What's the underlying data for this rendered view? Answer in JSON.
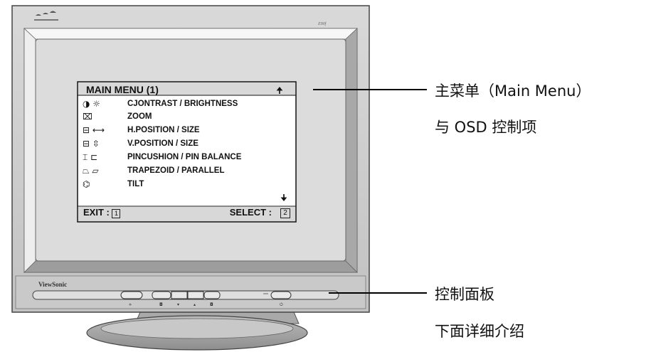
{
  "monitor": {
    "brand": "ViewSonic",
    "model": "E90f"
  },
  "osd_menu": {
    "title": "MAIN MENU (1)",
    "up_arrow": "arrow-up-icon",
    "down_arrow": "arrow-down-icon",
    "items": [
      {
        "label": "CJONTRAST / BRIGHTNESS",
        "icons": [
          "contrast-icon",
          "brightness-icon"
        ],
        "glyphs": "◑ ☼"
      },
      {
        "label": "ZOOM",
        "icons": [
          "zoom-icon"
        ],
        "glyphs": "⌧"
      },
      {
        "label": "H.POSITION / SIZE",
        "icons": [
          "h-position-icon",
          "h-size-icon"
        ],
        "glyphs": "⊟ ⟷"
      },
      {
        "label": "V.POSITION / SIZE",
        "icons": [
          "v-position-icon",
          "v-size-icon"
        ],
        "glyphs": "⊟ ⇳"
      },
      {
        "label": "PINCUSHION / PIN BALANCE",
        "icons": [
          "pincushion-icon",
          "pin-balance-icon"
        ],
        "glyphs": "⌶ ⊏"
      },
      {
        "label": "TRAPEZOID / PARALLEL",
        "icons": [
          "trapezoid-icon",
          "parallel-icon"
        ],
        "glyphs": "⏢ ▱"
      },
      {
        "label": "TILT",
        "icons": [
          "tilt-icon"
        ],
        "glyphs": "⌬"
      }
    ],
    "footer": {
      "exit_label": "EXIT",
      "exit_key": "1",
      "select_label": "SELECT",
      "select_key": "2"
    }
  },
  "callouts": {
    "main_menu_line1": "主菜单（Main Menu）",
    "main_menu_line2": "与 OSD 控制项",
    "control_panel_line1": "控制面板",
    "control_panel_line2": "下面详细介绍"
  },
  "colors": {
    "bezel": "#cfcfcf",
    "screen": "#dcdcdc",
    "osd_background": "#ffffff",
    "osd_header": "#d8d8d8"
  }
}
